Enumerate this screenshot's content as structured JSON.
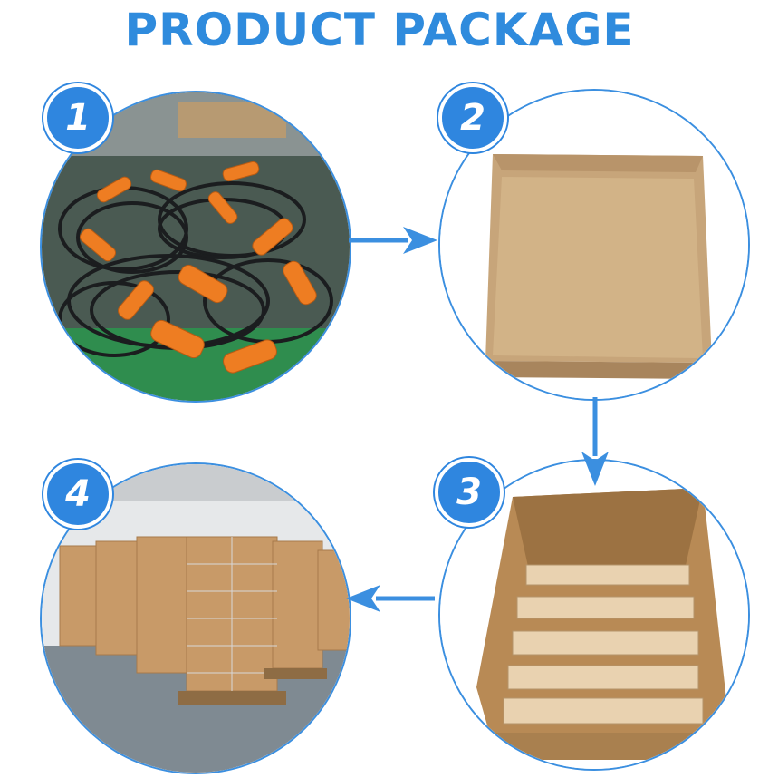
{
  "title": "PRODUCT PACKAGE",
  "steps": [
    {
      "number": "1",
      "image": "orange-ev-charging-cables-pile-photo"
    },
    {
      "number": "2",
      "image": "closed-cardboard-box-photo"
    },
    {
      "number": "3",
      "image": "open-box-with-packed-items-photo"
    },
    {
      "number": "4",
      "image": "stacked-cartons-on-pallets-warehouse-photo"
    }
  ],
  "colors": {
    "accent": "#2f86df",
    "title": "#2f8bdd",
    "arrow": "#3b8fe0"
  }
}
